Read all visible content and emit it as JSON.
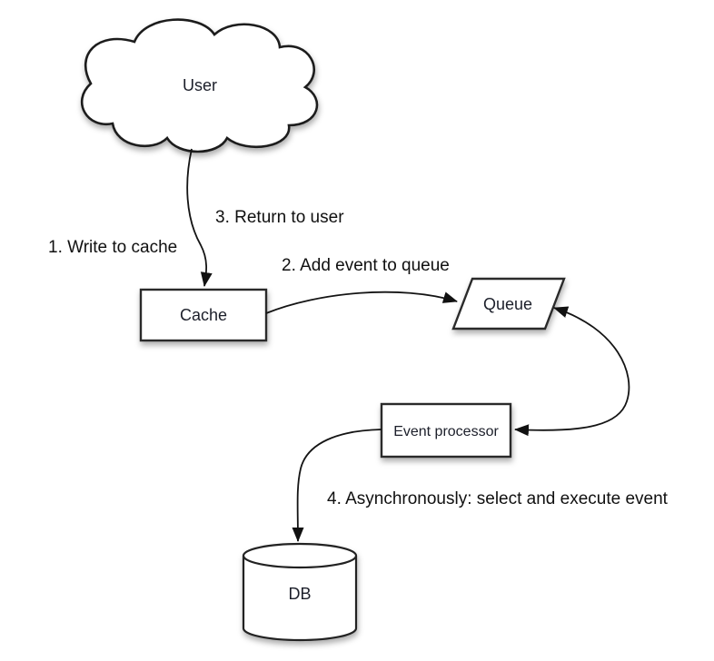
{
  "diagram": {
    "nodes": {
      "user": {
        "label": "User",
        "shape": "cloud"
      },
      "cache": {
        "label": "Cache",
        "shape": "rectangle"
      },
      "queue": {
        "label": "Queue",
        "shape": "parallelogram"
      },
      "event_processor": {
        "label": "Event processor",
        "shape": "rectangle"
      },
      "db": {
        "label": "DB",
        "shape": "cylinder"
      }
    },
    "annotations": {
      "step1": "1. Write to cache",
      "step2": "2. Add event to queue",
      "step3": "3. Return to user",
      "step4": "4. Asynchronously: select and execute event"
    },
    "edges": [
      {
        "from": "user",
        "to": "cache",
        "style": "arrow"
      },
      {
        "from": "cache",
        "to": "queue",
        "style": "arrow"
      },
      {
        "from": "queue",
        "to": "event_processor",
        "style": "double-arrow"
      },
      {
        "from": "event_processor",
        "to": "db",
        "style": "arrow"
      }
    ],
    "colors": {
      "background": "#ffffff",
      "stroke": "#1e1e1e",
      "node_fill": "#ffffff",
      "text": "#1c1f2a",
      "annotation_text": "#101010"
    }
  }
}
